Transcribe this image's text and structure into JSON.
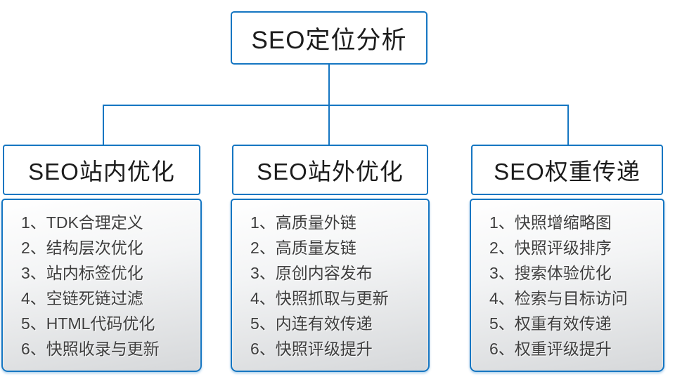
{
  "diagram": {
    "root": {
      "label": "SEO定位分析"
    },
    "columns": [
      {
        "title": "SEO站内优化",
        "items": [
          "1、TDK合理定义",
          "2、结构层次优化",
          "3、站内标签优化",
          "4、空链死链过滤",
          "5、HTML代码优化",
          "6、快照收录与更新"
        ]
      },
      {
        "title": "SEO站外优化",
        "items": [
          "1、高质量外链",
          "2、高质量友链",
          "3、原创内容发布",
          "4、快照抓取与更新",
          "5、内连有效传递",
          "6、快照评级提升"
        ]
      },
      {
        "title": "SEO权重传递",
        "items": [
          "1、快照增缩略图",
          "2、快照评级排序",
          "3、搜索体验优化",
          "4、检索与目标访问",
          "5、权重有效传递",
          "6、权重评级提升"
        ]
      }
    ],
    "colors": {
      "connector_line": "#1576c2",
      "node_border": "#1576c2",
      "title_text": "#1c1c1c",
      "item_text": "#3e3e3e"
    }
  }
}
